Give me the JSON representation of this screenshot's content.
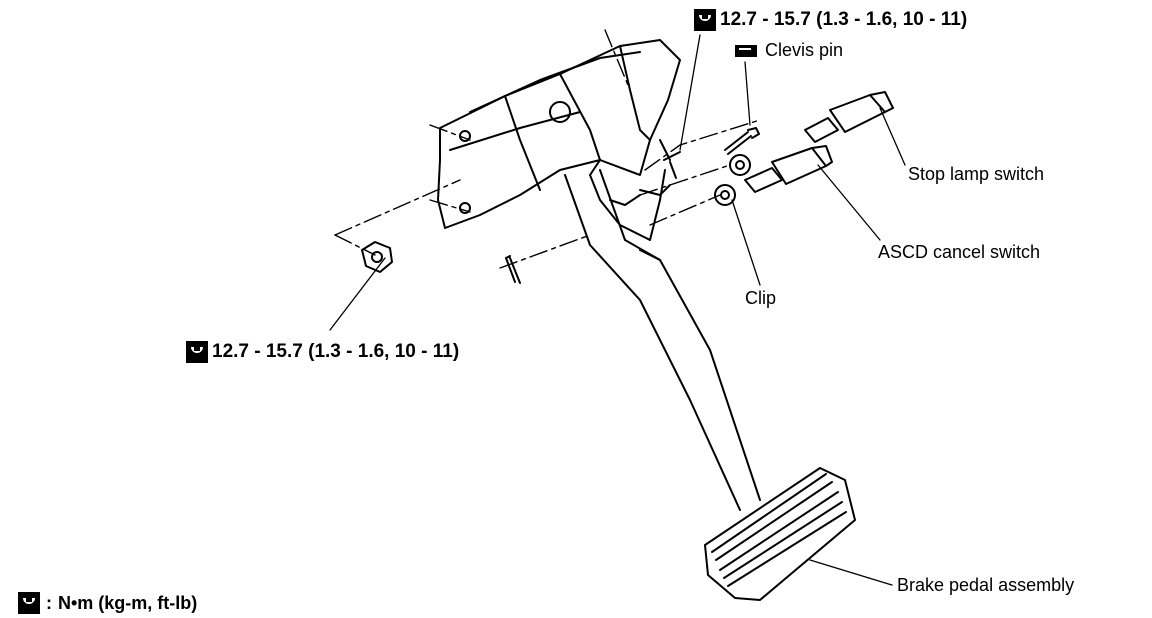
{
  "torque_top": "12.7 - 15.7 (1.3 - 1.6, 10 - 11)",
  "torque_bottom": "12.7 - 15.7 (1.3 - 1.6, 10 - 11)",
  "labels": {
    "clevis_pin": "Clevis pin",
    "stop_lamp_switch": "Stop lamp switch",
    "ascd_cancel_switch": "ASCD cancel switch",
    "clip": "Clip",
    "brake_pedal_assembly": "Brake pedal assembly"
  },
  "legend": {
    "separator": ":",
    "unit_text": "N•m  (kg-m,  ft-lb)"
  },
  "icons": {
    "torque": "torque-wrench-icon",
    "clevis": "clevis-pin-icon"
  }
}
